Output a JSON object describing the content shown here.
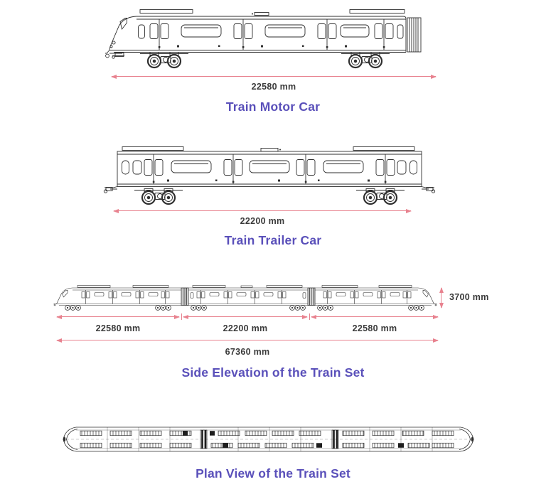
{
  "colors": {
    "title_purple": "#5a50ba",
    "dim_pink": "#e8828f",
    "dim_text": "#3b3b3b",
    "line_color": "#2f2f2f"
  },
  "sections": [
    {
      "title": "Train Motor Car",
      "dimension": "22580 mm"
    },
    {
      "title": "Train Trailer Car",
      "dimension": "22200 mm"
    },
    {
      "title": "Side Elevation of the Train Set",
      "height_dimension": "3700 mm",
      "car_dimensions": [
        "22580 mm",
        "22200 mm",
        "22580 mm"
      ],
      "total_dimension": "67360 mm"
    },
    {
      "title": "Plan View of the Train Set"
    }
  ]
}
